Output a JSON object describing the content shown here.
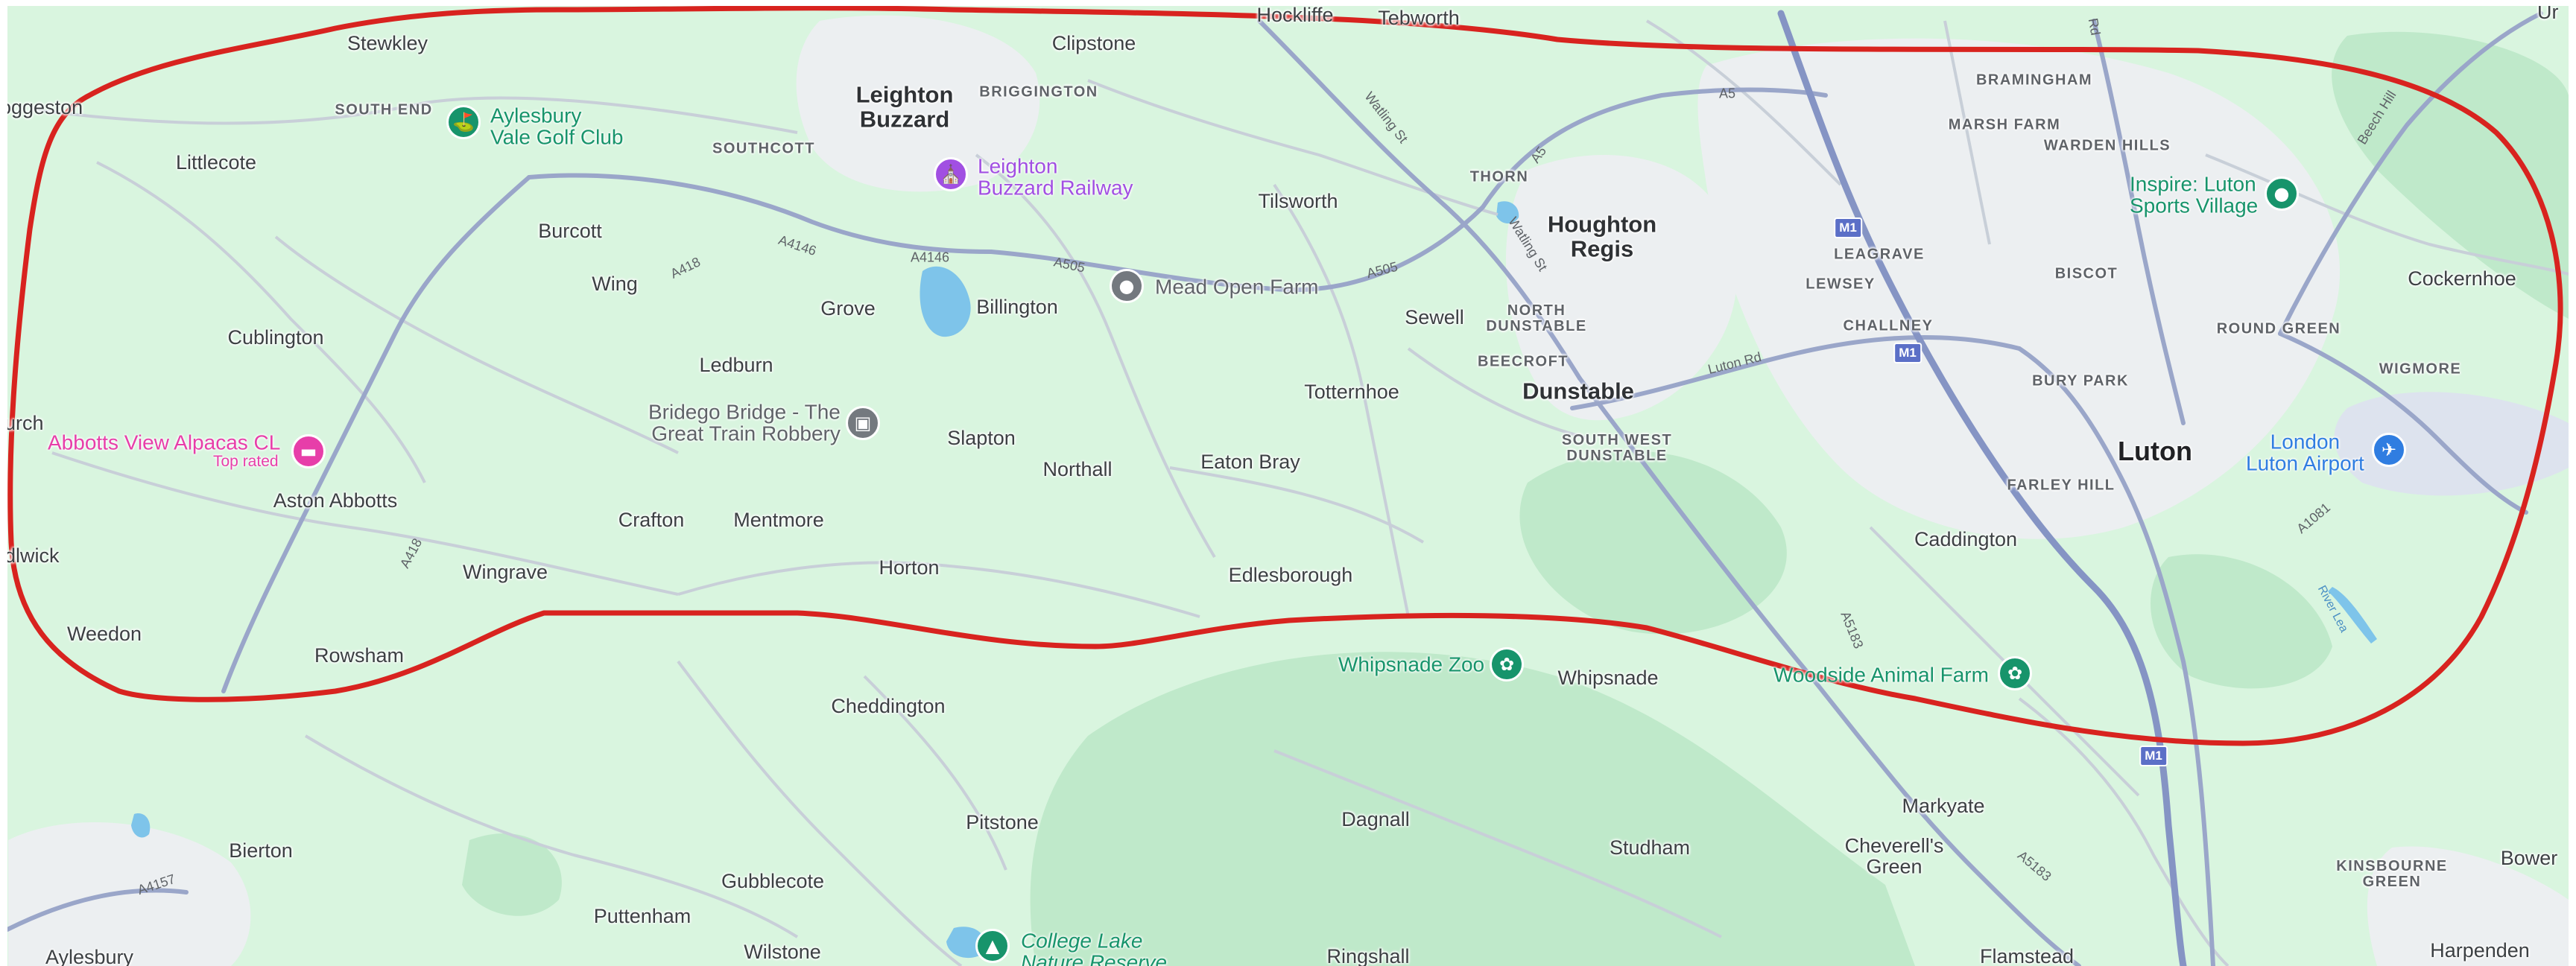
{
  "colors": {
    "land": "#d9f5df",
    "urban": "#eceff1",
    "woods": "#b9e7c4",
    "water": "#7ec4ea",
    "road_major": "#9aa6c9",
    "road_minor": "#c2c9d3",
    "boundary": "#d8231f",
    "poi_green": "#17946b",
    "poi_purple": "#a14fe2",
    "poi_grey": "#74797f",
    "poi_pink": "#e73ea9",
    "poi_blue": "#2f7de1"
  },
  "places": {
    "stewkley": "Stewkley",
    "oggeston": "oggeston",
    "south_end": "SOUTH END",
    "littlecote": "Littlecote",
    "burcott": "Burcott",
    "wing": "Wing",
    "cublington": "Cublington",
    "urch": "urch",
    "aston_abbotts": "Aston Abbotts",
    "dlwick": "dlwick",
    "weedon": "Weedon",
    "rowsham": "Rowsham",
    "wingrave": "Wingrave",
    "crafton": "Crafton",
    "mentmore": "Mentmore",
    "ledburn": "Ledburn",
    "grove": "Grove",
    "southcott": "SOUTHCOTT",
    "leighton_buzzard": "Leighton\nBuzzard",
    "briggington": "BRIGGINGTON",
    "clipstone": "Clipstone",
    "hockliffe": "Hockliffe",
    "tebworth": "Tebworth",
    "billington": "Billington",
    "slapton": "Slapton",
    "northall": "Northall",
    "horton": "Horton",
    "tilsworth": "Tilsworth",
    "thorn": "THORN",
    "houghton_regis": "Houghton\nRegis",
    "sewell": "Sewell",
    "north_dunstable": "NORTH\nDUNSTABLE",
    "beecroft": "BEECROFT",
    "dunstable": "Dunstable",
    "totternhoe": "Totternhoe",
    "eaton_bray": "Eaton Bray",
    "south_west_dunstable": "SOUTH WEST\nDUNSTABLE",
    "edlesborough": "Edlesborough",
    "braminghm": "BRAMINGHAM",
    "marsh_farm": "MARSH FARM",
    "warden_hills": "WARDEN HILLS",
    "leagrave": "LEAGRAVE",
    "lewsey": "LEWSEY",
    "challney": "CHALLNEY",
    "biscot": "BISCOT",
    "round_green": "ROUND GREEN",
    "bury_park": "BURY PARK",
    "wigmore": "WIGMORE",
    "cockernhoe": "Cockernhoe",
    "luton": "Luton",
    "farley_hill": "FARLEY HILL",
    "caddington": "Caddington",
    "whipsnade": "Whipsnade",
    "cheddington": "Cheddington",
    "pitstone": "Pitstone",
    "dagnall": "Dagnall",
    "studham": "Studham",
    "markyate": "Markyate",
    "cheverells_green": "Cheverell's\nGreen",
    "kinsbourne_green": "KINSBOURNE\nGREEN",
    "bower": "Bower",
    "bierton": "Bierton",
    "gubblecote": "Gubblecote",
    "puttenham": "Puttenham",
    "wilstone": "Wilstone",
    "aylesbury": "Aylesbury",
    "ringshall": "Ringshall",
    "flamstead": "Flamstead",
    "harpenden": "Harpenden",
    "ur": "Ur"
  },
  "pois": {
    "aylesbury_golf": "Aylesbury\nVale Golf Club",
    "leighton_railway": "Leighton\nBuzzard Railway",
    "mead_farm": "Mead Open Farm",
    "bridego": "Bridego Bridge - The\nGreat Train Robbery",
    "abbotts_alpacas": "Abbotts View Alpacas CL",
    "abbotts_top_rated": "Top rated",
    "inspire_luton": "Inspire: Luton\nSports Village",
    "london_luton_airport": "London\nLuton Airport",
    "whipsnade_zoo": "Whipsnade Zoo",
    "woodside_farm": "Woodside Animal Farm",
    "college_lake": "College Lake\nNature Reserve"
  },
  "roads": {
    "a418_north": "A418",
    "a418_south": "A418",
    "a4146": "A4146",
    "a4146_b": "A4146",
    "a505_west": "A505",
    "a505_east": "A505",
    "watling_st_a": "Watling St",
    "watling_st_b": "Watling St",
    "a5": "A5",
    "a5_b": "A5",
    "luton_rd": "Luton Rd",
    "a5183": "A5183",
    "a5183_b": "A5183",
    "a1081": "A1081",
    "a4157": "A4157",
    "a6_rd": "Rd",
    "bennetts_hill": "Beech Hill",
    "river_lea": "River Lea",
    "m1_a": "M1",
    "m1_b": "M1",
    "m1_c": "M1"
  }
}
